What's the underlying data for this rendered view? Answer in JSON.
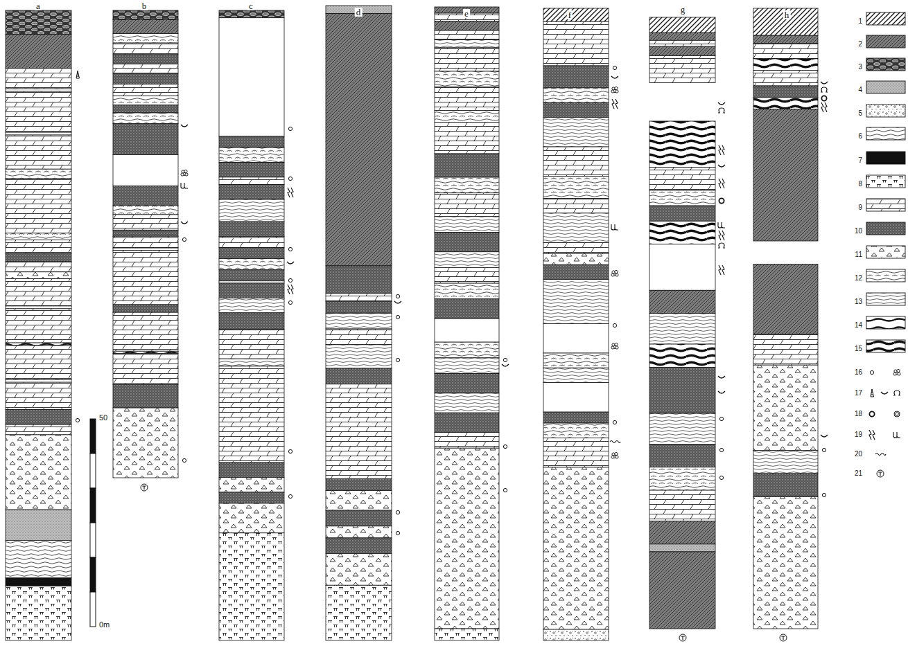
{
  "diagram": {
    "labels": [
      "a",
      "b",
      "c",
      "d",
      "e",
      "f",
      "g",
      "h",
      "50",
      "0m"
    ],
    "legend": [
      {
        "text": "1"
      },
      {
        "text": "2"
      },
      {
        "text": "3"
      },
      {
        "text": "4"
      },
      {
        "text": "5"
      },
      {
        "text": "6"
      },
      {
        "text": "7",
        "color": "#111111"
      },
      {
        "text": "8"
      },
      {
        "text": "9"
      },
      {
        "text": "10"
      },
      {
        "text": "11"
      },
      {
        "text": "12"
      },
      {
        "text": "13"
      },
      {
        "text": "14"
      },
      {
        "text": "15"
      },
      {
        "text": "16"
      },
      {
        "text": "17"
      },
      {
        "text": "18"
      },
      {
        "text": "19"
      },
      {
        "text": "20"
      },
      {
        "text": "21"
      }
    ]
  }
}
